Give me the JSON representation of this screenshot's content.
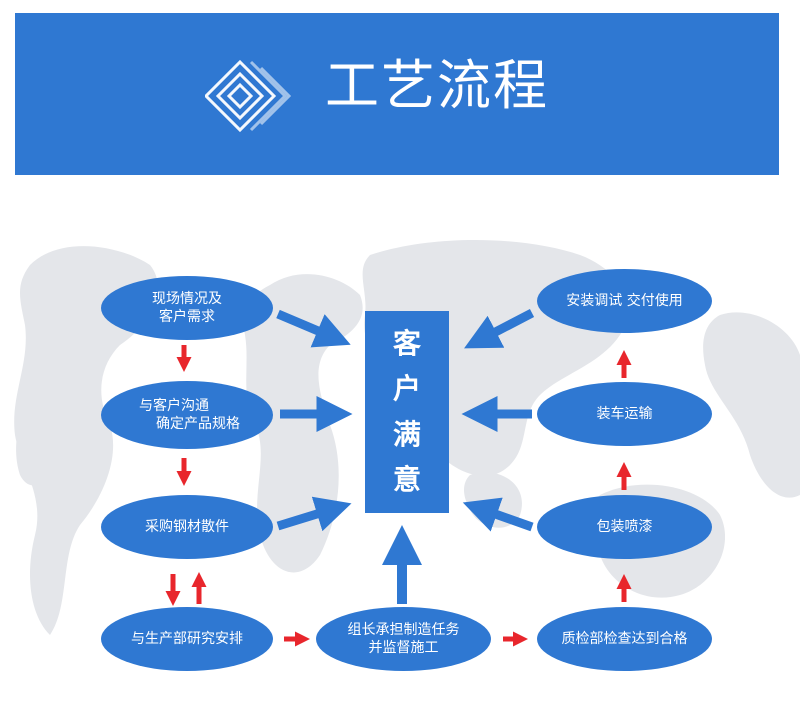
{
  "header": {
    "title": "工艺流程"
  },
  "colors": {
    "primary_blue": "#2f78d2",
    "arrow_red": "#e8262c",
    "map_gray": "#e4e6ea"
  },
  "center": {
    "chars": [
      "客",
      "户",
      "满",
      "意"
    ]
  },
  "nodes": {
    "site_survey": {
      "line1": "现场情况及",
      "line2": "客户需求"
    },
    "confirm_spec": {
      "line1": "与客户沟通",
      "line2": "确定产品规格"
    },
    "purchase": {
      "line1": "采购钢材散件"
    },
    "arrange_production": {
      "line1": "与生产部研究安排"
    },
    "team_leader": {
      "line1": "组长承担制造任务",
      "line2": "并监督施工"
    },
    "quality_check": {
      "line1": "质检部检查达到合格"
    },
    "painting": {
      "line1": "包装喷漆"
    },
    "shipping": {
      "line1": "装车运输"
    },
    "install": {
      "line1": "安装调试 交付使用"
    }
  }
}
